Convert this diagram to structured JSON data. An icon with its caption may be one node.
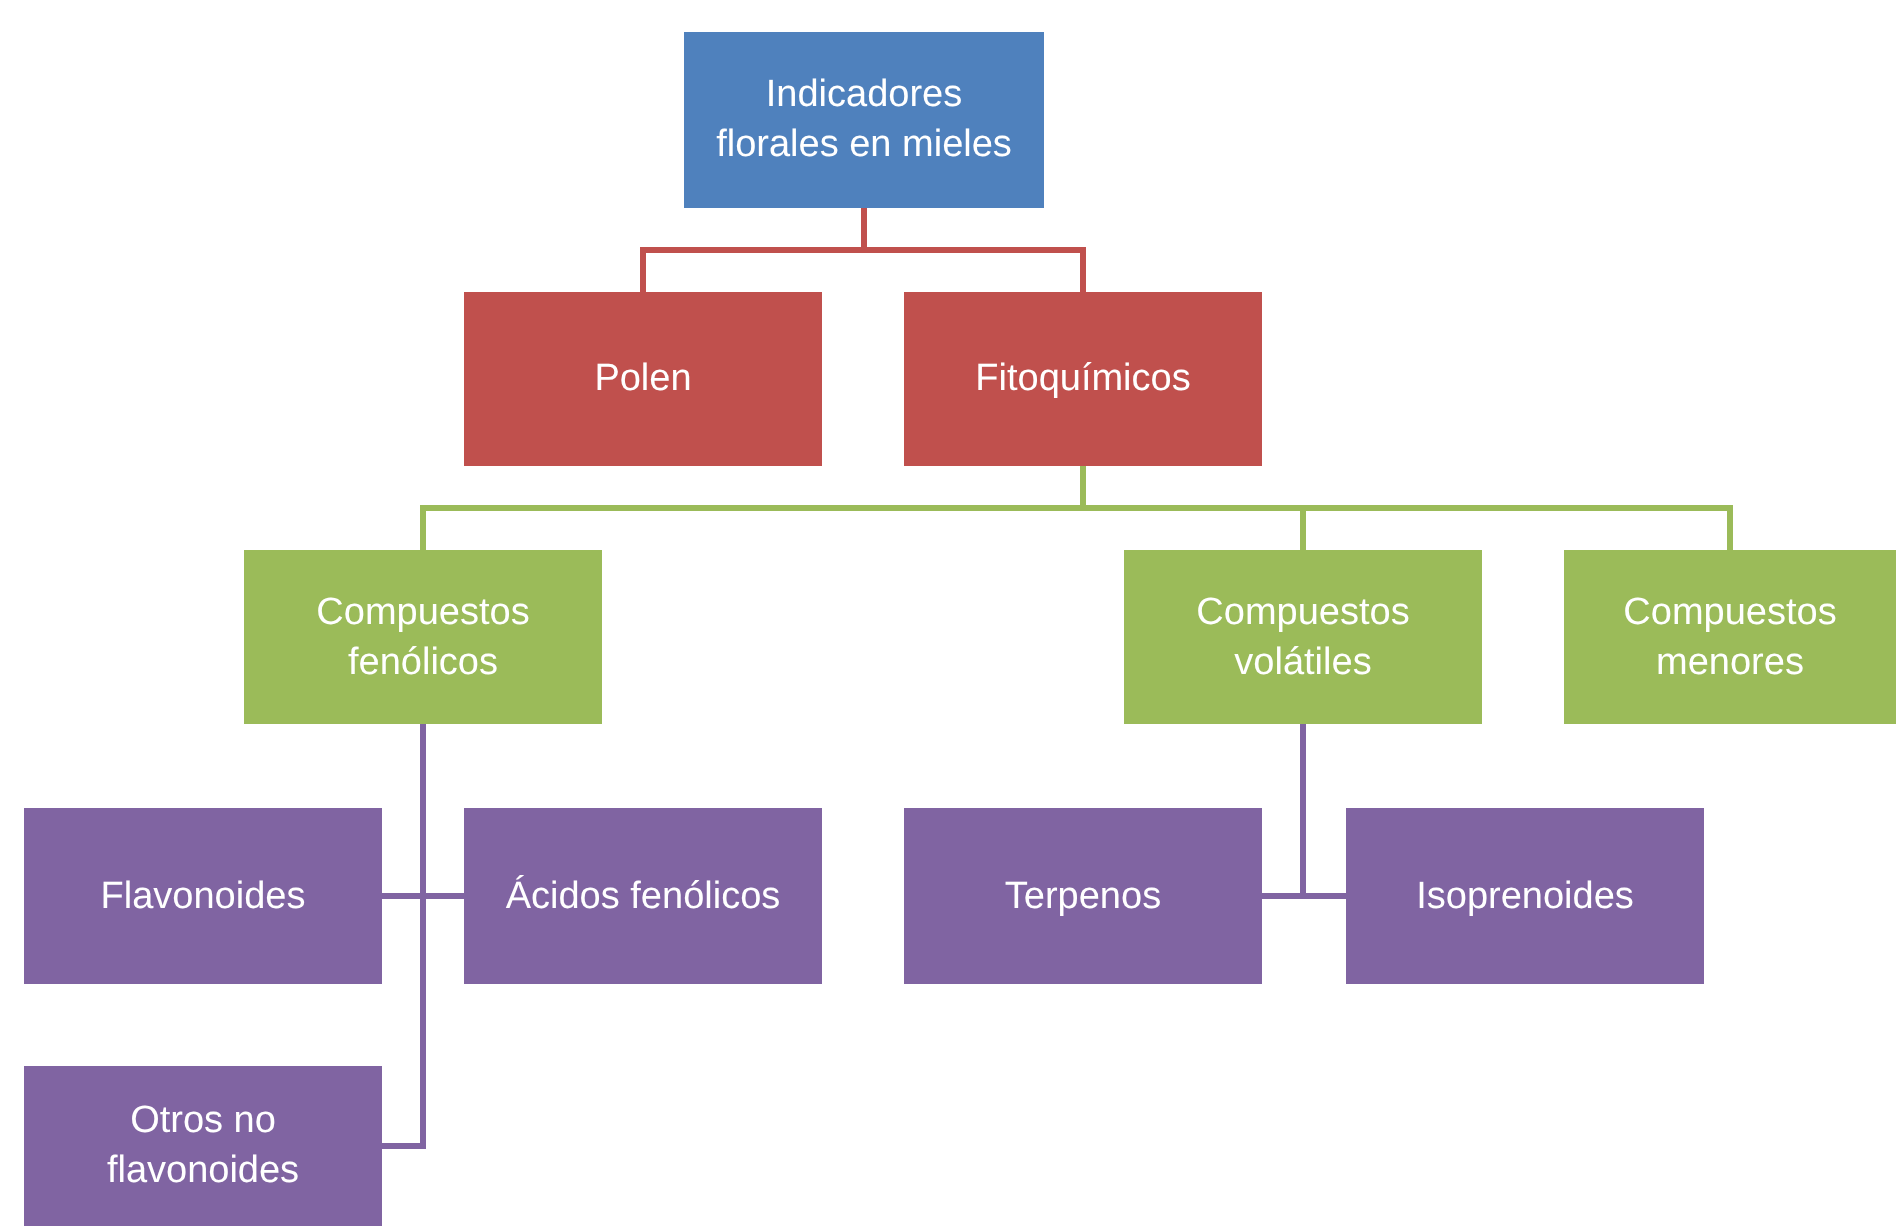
{
  "diagram": {
    "nodes": [
      {
        "text": [
          "Indicadores florales en mieles"
        ]
      },
      {
        "text": [
          "Polen"
        ]
      },
      {
        "text": [
          "Fitoquímicos"
        ]
      },
      {
        "text": [
          "Compuestos fenólicos"
        ]
      },
      {
        "text": [
          "Compuestos volátiles"
        ]
      },
      {
        "text": [
          "Compuestos menores"
        ]
      },
      {
        "text": [
          "Flavonoides"
        ]
      },
      {
        "text": [
          "Ácidos fenólicos"
        ]
      },
      {
        "text": [
          "Otros no flavonoides"
        ]
      },
      {
        "text": [
          "Terpenos"
        ]
      },
      {
        "text": [
          "Isoprenoides"
        ]
      }
    ],
    "edges": [
      {
        "from": 0,
        "to": 1,
        "arrow": "none",
        "color": "#c0504d"
      },
      {
        "from": 0,
        "to": 2,
        "arrow": "none",
        "color": "#c0504d"
      },
      {
        "from": 2,
        "to": 3,
        "arrow": "none",
        "color": "#9bbb59"
      },
      {
        "from": 2,
        "to": 4,
        "arrow": "none",
        "color": "#9bbb59"
      },
      {
        "from": 2,
        "to": 5,
        "arrow": "none",
        "color": "#9bbb59"
      },
      {
        "from": 3,
        "to": 6,
        "arrow": "none"
      },
      {
        "from": 3,
        "to": 7,
        "arrow": "none"
      },
      {
        "from": 3,
        "to": 8,
        "arrow": "none"
      },
      {
        "from": 4,
        "to": 9,
        "arrow": "none"
      },
      {
        "from": 4,
        "to": 10,
        "arrow": "none"
      }
    ]
  }
}
